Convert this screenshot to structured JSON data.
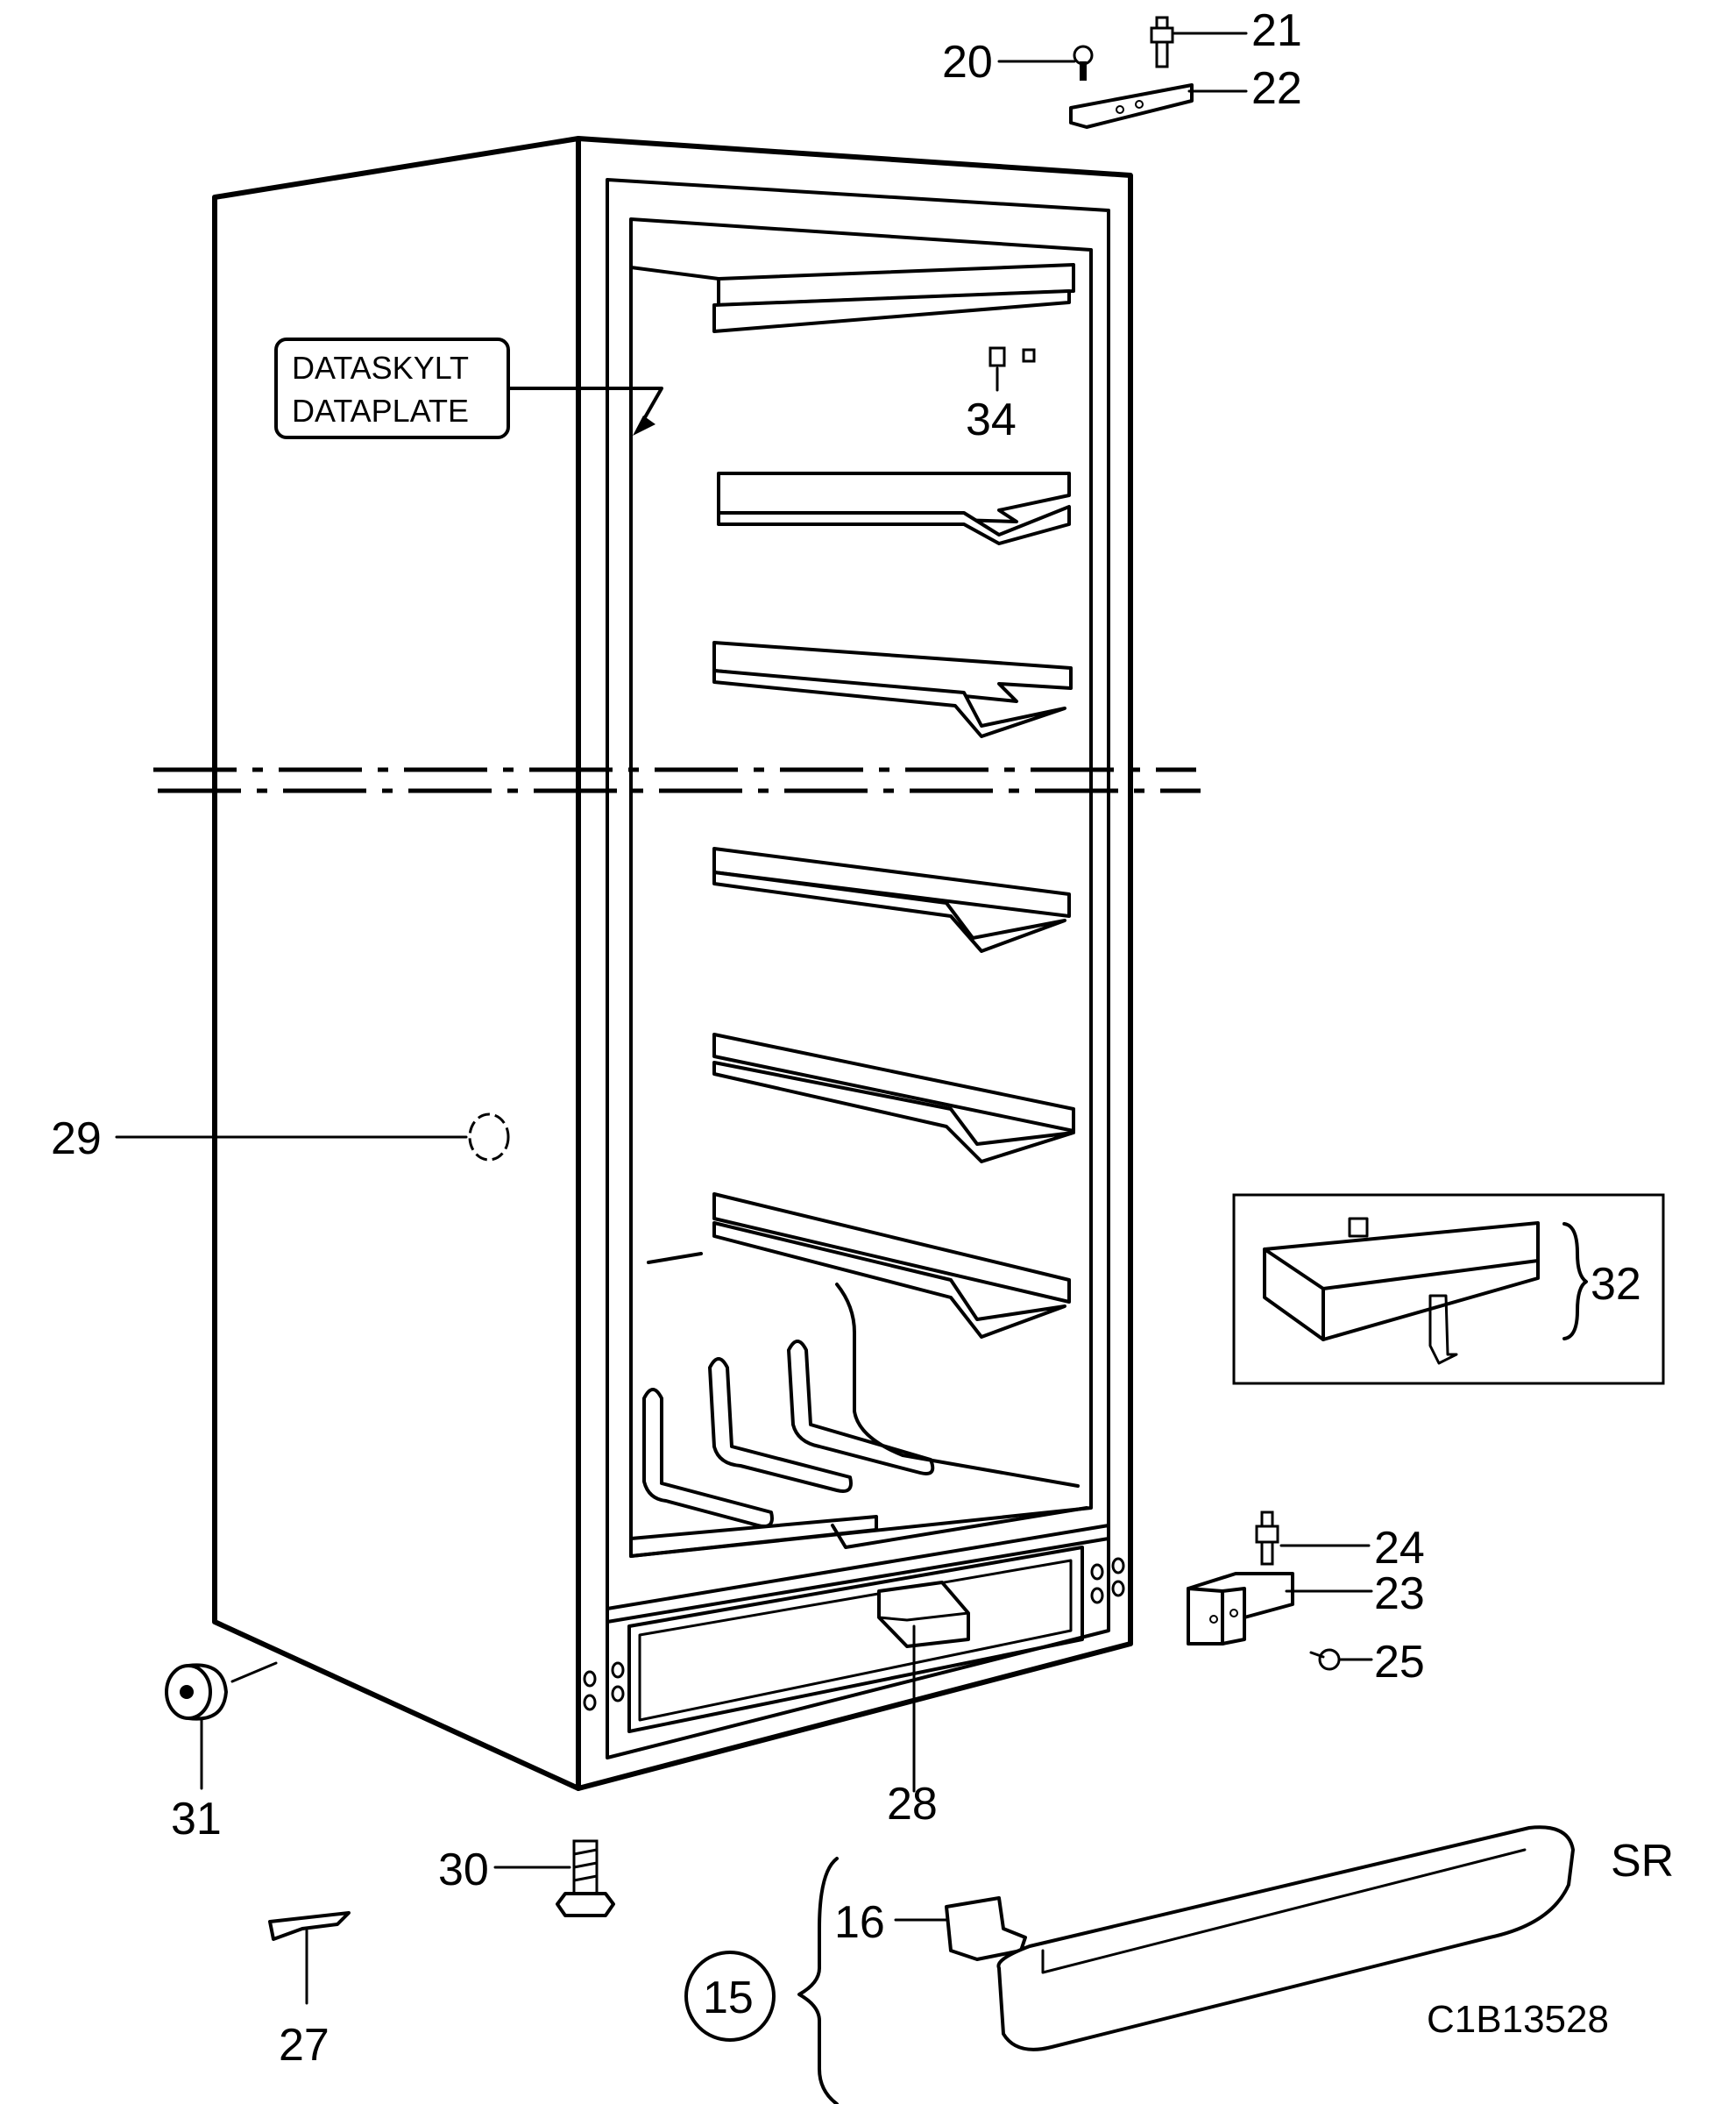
{
  "diagram": {
    "parts": [
      {
        "number": "20"
      },
      {
        "number": "21"
      },
      {
        "number": "22"
      },
      {
        "number": "34"
      },
      {
        "number": "29"
      },
      {
        "number": "32"
      },
      {
        "number": "24"
      },
      {
        "number": "23"
      },
      {
        "number": "25"
      },
      {
        "number": "28"
      },
      {
        "number": "31"
      },
      {
        "number": "30"
      },
      {
        "number": "27"
      },
      {
        "number": "16"
      },
      {
        "number": "15"
      }
    ],
    "data_plate": {
      "line1": "DATASKYLT",
      "line2": "DATAPLATE"
    },
    "variant": "SR",
    "drawing_code": "C1B13528"
  }
}
